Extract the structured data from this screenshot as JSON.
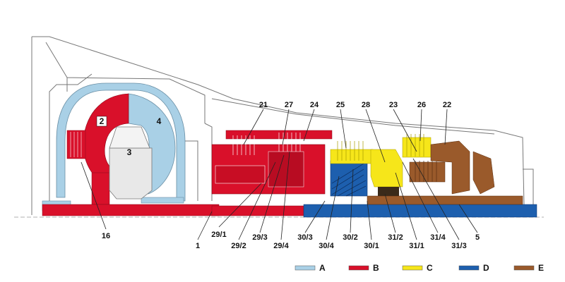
{
  "diagram": {
    "colors": {
      "A": "#a9d0e6",
      "B": "#d9102a",
      "C": "#f6e61a",
      "D": "#1d5fae",
      "E": "#9a5a2b",
      "housing": "#777777"
    },
    "inner_labels": [
      "2",
      "3",
      "4"
    ],
    "callouts_top": [
      "21",
      "27",
      "24",
      "25",
      "28",
      "23",
      "26",
      "22"
    ],
    "callouts_bottom": [
      "16",
      "1",
      "29/1",
      "29/2",
      "29/3",
      "29/4",
      "30/3",
      "30/4",
      "30/2",
      "30/1",
      "31/2",
      "31/1",
      "31/4",
      "31/3",
      "5"
    ],
    "legend": [
      {
        "key": "A",
        "label": "A"
      },
      {
        "key": "B",
        "label": "B"
      },
      {
        "key": "C",
        "label": "C"
      },
      {
        "key": "D",
        "label": "D"
      },
      {
        "key": "E",
        "label": "E"
      }
    ]
  }
}
